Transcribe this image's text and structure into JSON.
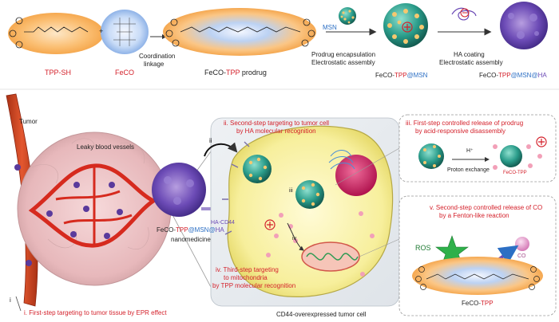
{
  "top": {
    "tpp_sh": "TPP-SH",
    "feco": "FeCO",
    "plus": "+",
    "coordination": "Coordination",
    "linkage": "linkage",
    "prodrug_a": "FeCO-",
    "prodrug_b": "TPP",
    "prodrug_c": " prodrug",
    "msn": "MSN",
    "prodrug_encapsulation": "Prodrug encapsulation",
    "electrostatic_assembly_1": "Electrostatic assembly",
    "ha_coating": "HA coating",
    "electrostatic_assembly_2": "Electrostatic assembly",
    "feco_tpp_msn_a": "FeCO-",
    "feco_tpp_msn_b": "TPP",
    "feco_tpp_msn_c": "@MSN",
    "feco_tpp_msn_ha_a": "FeCO-",
    "feco_tpp_msn_ha_b": "TPP",
    "feco_tpp_msn_ha_c": "@MSN@",
    "feco_tpp_msn_ha_d": "HA"
  },
  "bottom": {
    "tumor": "Tumor",
    "leaky": "Leaky blood vessels",
    "marker_i": "i",
    "step_i": "i. First-step targeting to tumor tissue by EPR effect",
    "step_ii_1": "ii. Second-step targeting to tumor cell",
    "step_ii_2": "by HA molecular recognition",
    "marker_ii": "ii",
    "marker_iii": "iii",
    "marker_iv": "iv",
    "ha_cd44": "HA-CD44",
    "nano_a": "FeCO-",
    "nano_b": "TPP",
    "nano_c": "@MSN@",
    "nano_d": "HA",
    "nanomedicine": "nanomedicine",
    "step_iii_1": "iii. First-step controlled release of  prodrug",
    "step_iii_2": "by acid-responsive disassembly",
    "h_plus": "H⁺",
    "proton_exchange": "Proton exchange",
    "feco_tpp_small": "FeCO-TPP",
    "step_iv_1": "iv. Third-step targeting",
    "step_iv_2": "to mitochondria",
    "step_iv_3": "by TPP molecular recognition",
    "cell_label": "CD44-overexpressed tumor cell",
    "step_v_1": "v. Second-step controlled release of CO",
    "step_v_2": "by a Fenton-like reaction",
    "ros": "ROS",
    "co": "CO",
    "feco_tpp_bottom_a": "FeCO-",
    "feco_tpp_bottom_b": "TPP"
  }
}
